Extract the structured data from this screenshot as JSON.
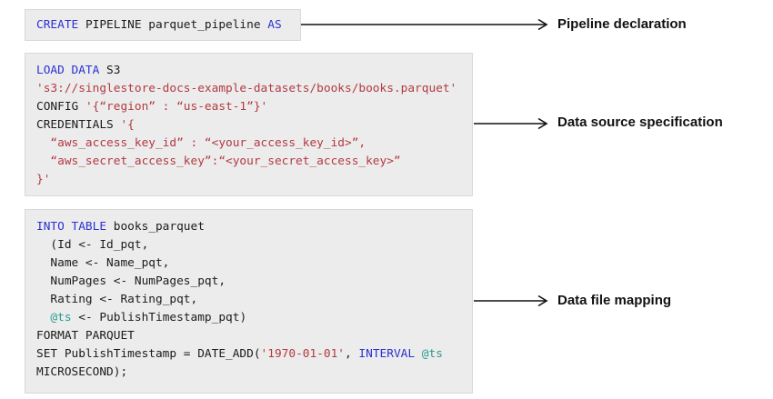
{
  "colors": {
    "keyword": "#2d31d1",
    "string": "#b23a42",
    "variable": "#2a9a90",
    "code": "#1c1c1c",
    "label": "#111111",
    "arrow": "#111111",
    "block_bg": "#ececec",
    "block_border": "#d9d9d9"
  },
  "blocks": [
    {
      "label": "Pipeline declaration",
      "lines": [
        [
          {
            "t": "CREATE",
            "c": "keyword"
          },
          {
            "t": " PIPELINE parquet_pipeline ",
            "c": "code"
          },
          {
            "t": "AS",
            "c": "keyword"
          }
        ]
      ]
    },
    {
      "label": "Data source specification",
      "lines": [
        [
          {
            "t": "LOAD DATA",
            "c": "keyword"
          },
          {
            "t": " S3",
            "c": "code"
          }
        ],
        [
          {
            "t": "'s3://singlestore-docs-example-datasets/books/books.parquet'",
            "c": "string"
          }
        ],
        [
          {
            "t": "CONFIG ",
            "c": "code"
          },
          {
            "t": "'{“region” : “us-east-1”}'",
            "c": "string"
          }
        ],
        [
          {
            "t": "CREDENTIALS ",
            "c": "code"
          },
          {
            "t": "'{",
            "c": "string"
          }
        ],
        [
          {
            "t": "  “aws_access_key_id” : “<your_access_key_id>”,",
            "c": "string"
          }
        ],
        [
          {
            "t": "  “aws_secret_access_key”:“<your_secret_access_key>”",
            "c": "string"
          }
        ],
        [
          {
            "t": "}'",
            "c": "string"
          }
        ]
      ]
    },
    {
      "label": "Data file mapping",
      "lines": [
        [
          {
            "t": "INTO TABLE",
            "c": "keyword"
          },
          {
            "t": " books_parquet",
            "c": "code"
          }
        ],
        [
          {
            "t": "  (Id <- Id_pqt,",
            "c": "code"
          }
        ],
        [
          {
            "t": "  Name <- Name_pqt,",
            "c": "code"
          }
        ],
        [
          {
            "t": "  NumPages <- NumPages_pqt,",
            "c": "code"
          }
        ],
        [
          {
            "t": "  Rating <- Rating_pqt,",
            "c": "code"
          }
        ],
        [
          {
            "t": "  ",
            "c": "code"
          },
          {
            "t": "@ts",
            "c": "variable"
          },
          {
            "t": " <- PublishTimestamp_pqt)",
            "c": "code"
          }
        ],
        [
          {
            "t": "FORMAT PARQUET",
            "c": "code"
          }
        ],
        [
          {
            "t": "SET PublishTimestamp = DATE_ADD(",
            "c": "code"
          },
          {
            "t": "'1970-01-01'",
            "c": "string"
          },
          {
            "t": ", ",
            "c": "code"
          },
          {
            "t": "INTERVAL",
            "c": "keyword"
          },
          {
            "t": " ",
            "c": "code"
          },
          {
            "t": "@ts",
            "c": "variable"
          }
        ],
        [
          {
            "t": "MICROSECOND);",
            "c": "code"
          }
        ]
      ]
    }
  ]
}
